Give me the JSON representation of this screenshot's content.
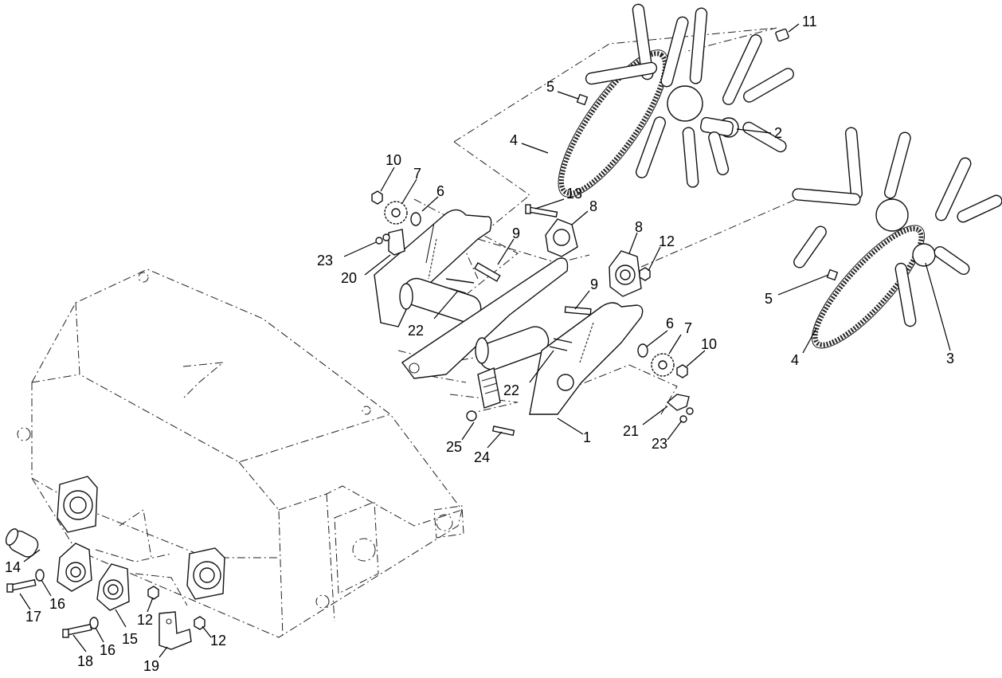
{
  "diagram": {
    "callouts": [
      {
        "id": "c-11-top",
        "text": "11"
      },
      {
        "id": "c-5-top",
        "text": "5"
      },
      {
        "id": "c-2",
        "text": "2"
      },
      {
        "id": "c-4-top",
        "text": "4"
      },
      {
        "id": "c-10-left",
        "text": "10"
      },
      {
        "id": "c-7-left",
        "text": "7"
      },
      {
        "id": "c-6-left",
        "text": "6"
      },
      {
        "id": "c-13",
        "text": "13"
      },
      {
        "id": "c-8-upper",
        "text": "8"
      },
      {
        "id": "c-8-lower",
        "text": "8"
      },
      {
        "id": "c-12-mid",
        "text": "12"
      },
      {
        "id": "c-9-upper",
        "text": "9"
      },
      {
        "id": "c-23-left",
        "text": "23"
      },
      {
        "id": "c-20",
        "text": "20"
      },
      {
        "id": "c-22-upper",
        "text": "22"
      },
      {
        "id": "c-9-lower",
        "text": "9"
      },
      {
        "id": "c-6-right",
        "text": "6"
      },
      {
        "id": "c-7-right",
        "text": "7"
      },
      {
        "id": "c-10-right",
        "text": "10"
      },
      {
        "id": "c-22-lower",
        "text": "22"
      },
      {
        "id": "c-1",
        "text": "1"
      },
      {
        "id": "c-21",
        "text": "21"
      },
      {
        "id": "c-23-right",
        "text": "23"
      },
      {
        "id": "c-25",
        "text": "25"
      },
      {
        "id": "c-24",
        "text": "24"
      },
      {
        "id": "c-5-right",
        "text": "5"
      },
      {
        "id": "c-4-right",
        "text": "4"
      },
      {
        "id": "c-3",
        "text": "3"
      },
      {
        "id": "c-14",
        "text": "14"
      },
      {
        "id": "c-16-upper",
        "text": "16"
      },
      {
        "id": "c-17",
        "text": "17"
      },
      {
        "id": "c-12-low-left",
        "text": "12"
      },
      {
        "id": "c-15",
        "text": "15"
      },
      {
        "id": "c-16-lower",
        "text": "16"
      },
      {
        "id": "c-18",
        "text": "18"
      },
      {
        "id": "c-19",
        "text": "19"
      },
      {
        "id": "c-12-low-right",
        "text": "12"
      }
    ]
  }
}
